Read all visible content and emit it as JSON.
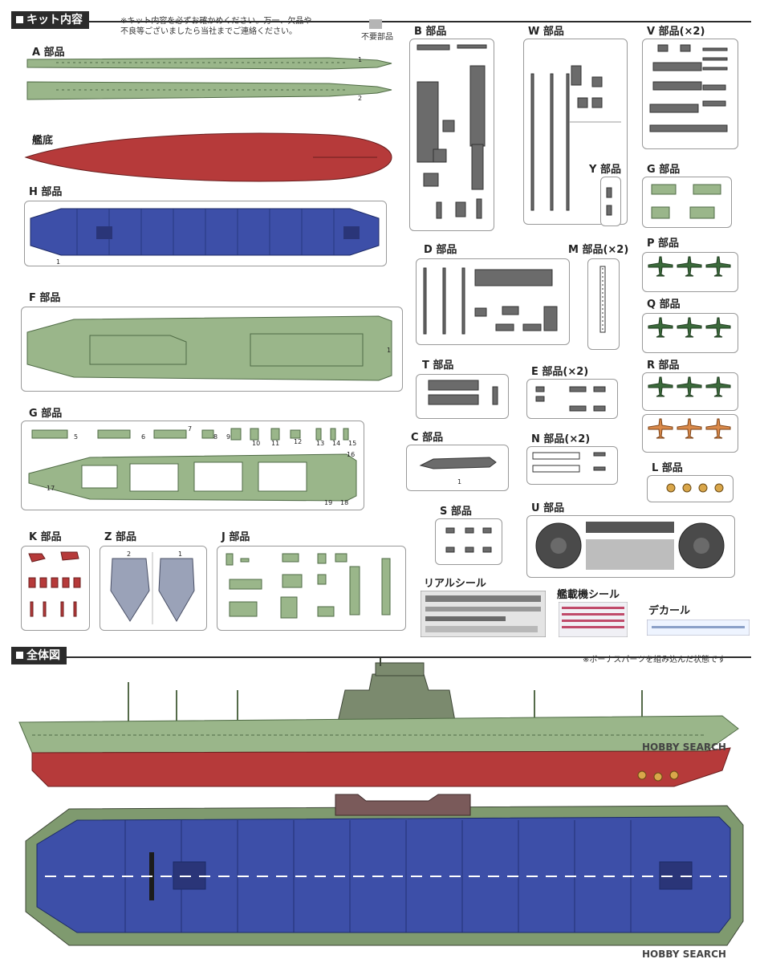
{
  "kit_section": {
    "title": "キット内容",
    "note_line1": "※キット内容を必ずお確かめください。万一、欠品や",
    "note_line2": "不良等ございましたら当社までご連絡ください。",
    "legend_unused": "不要部品"
  },
  "parts": {
    "A": "A 部品",
    "hull": "艦底",
    "H": "H 部品",
    "F": "F 部品",
    "G_big": "G 部品",
    "K": "K 部品",
    "Z": "Z 部品",
    "J": "J 部品",
    "B": "B 部品",
    "W": "W 部品",
    "V": "V 部品(×2)",
    "Y": "Y 部品",
    "G_small": "G 部品",
    "D": "D 部品",
    "M": "M 部品(×2)",
    "P": "P 部品",
    "Q": "Q 部品",
    "T": "T 部品",
    "E": "E 部品(×2)",
    "R": "R 部品",
    "C": "C 部品",
    "N": "N 部品(×2)",
    "L": "L 部品",
    "S": "S 部品",
    "U": "U 部品"
  },
  "extras": {
    "real_seal": "リアルシール",
    "aircraft_seal": "艦載機シール",
    "decal": "デカール"
  },
  "overview": {
    "title": "全体図",
    "note": "※ボーナスパーツを組み込んだ状態です"
  },
  "watermark": "HOBBY SEARCH",
  "colors": {
    "hull_red": "#b63a3a",
    "deck_blue": "#3d4fa8",
    "part_green": "#9ab68a",
    "plane_orange": "#d9894a"
  }
}
